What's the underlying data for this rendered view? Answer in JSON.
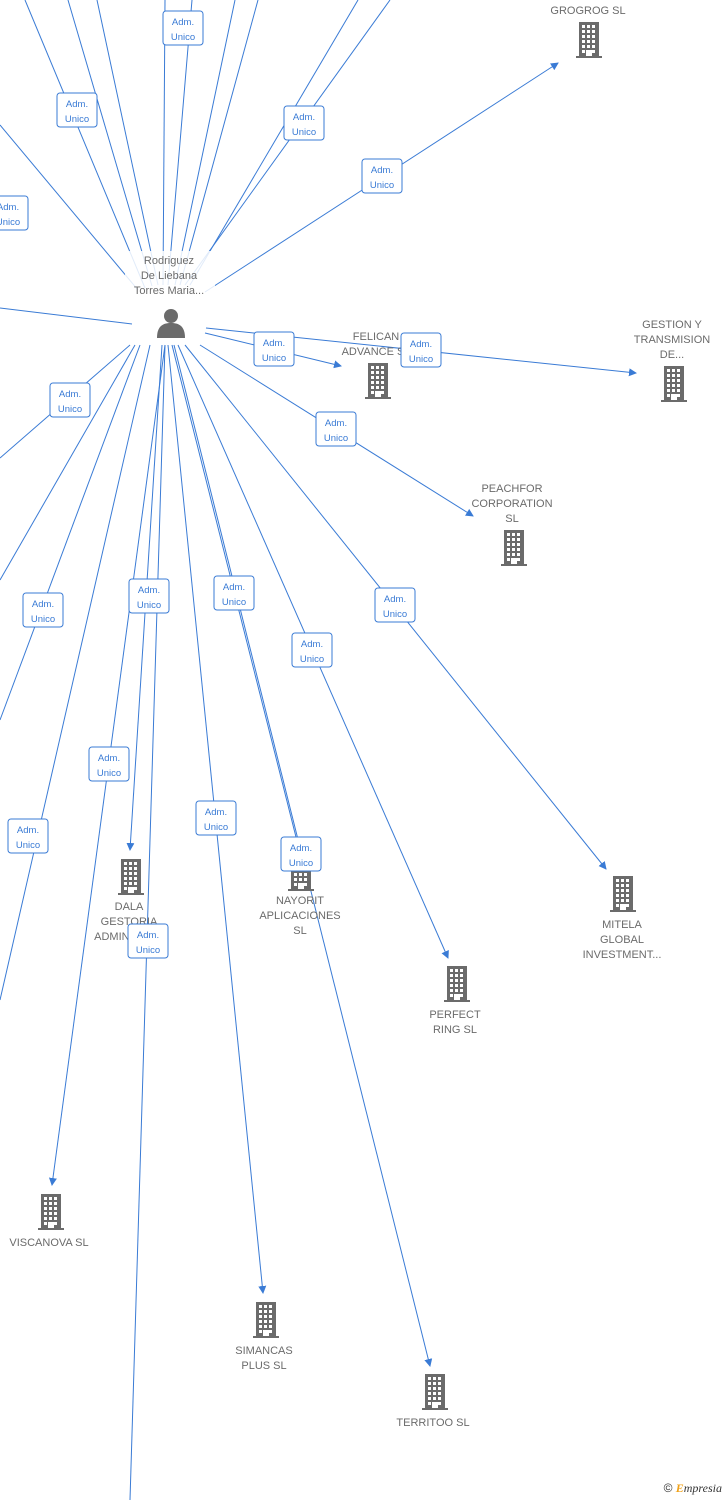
{
  "center": {
    "label_lines": [
      "Rodriguez",
      "De Liebana",
      "Torres Maria..."
    ],
    "icon": "person-icon"
  },
  "companies": [
    {
      "id": "grogrog",
      "label_lines": [
        "GROGROG  SL"
      ]
    },
    {
      "id": "gestion",
      "label_lines": [
        "GESTION Y",
        "TRANSMISION",
        "DE..."
      ]
    },
    {
      "id": "felican",
      "label_lines": [
        "FELICAN",
        "ADVANCE  SL"
      ]
    },
    {
      "id": "peachfor",
      "label_lines": [
        "PEACHFOR",
        "CORPORATION",
        "SL"
      ]
    },
    {
      "id": "mitela",
      "label_lines": [
        "MITELA",
        "GLOBAL",
        "INVESTMENT..."
      ]
    },
    {
      "id": "perfect",
      "label_lines": [
        "PERFECT",
        "RING  SL"
      ]
    },
    {
      "id": "nayorit",
      "label_lines": [
        "NAYORIT",
        "APLICACIONES",
        "SL"
      ]
    },
    {
      "id": "dala",
      "label_lines": [
        "DALA",
        "GESTORIA",
        "ADMINISTR..."
      ]
    },
    {
      "id": "viscanova",
      "label_lines": [
        "VISCANOVA  SL"
      ]
    },
    {
      "id": "simancas",
      "label_lines": [
        "SIMANCAS",
        "PLUS  SL"
      ]
    },
    {
      "id": "territoo",
      "label_lines": [
        "TERRITOO  SL"
      ]
    }
  ],
  "edge_label_lines": [
    "Adm.",
    "Unico"
  ],
  "edge_badge_count": 20,
  "colors": {
    "edge": "#3a7bd5",
    "icon": "#6b6b6b",
    "label": "#6b6b6b",
    "badge_border": "#3a7bd5",
    "brand_accent": "#f0a21a"
  },
  "footer": {
    "copyright_symbol": "©",
    "brand_first": "E",
    "brand_rest": "mpresia"
  }
}
